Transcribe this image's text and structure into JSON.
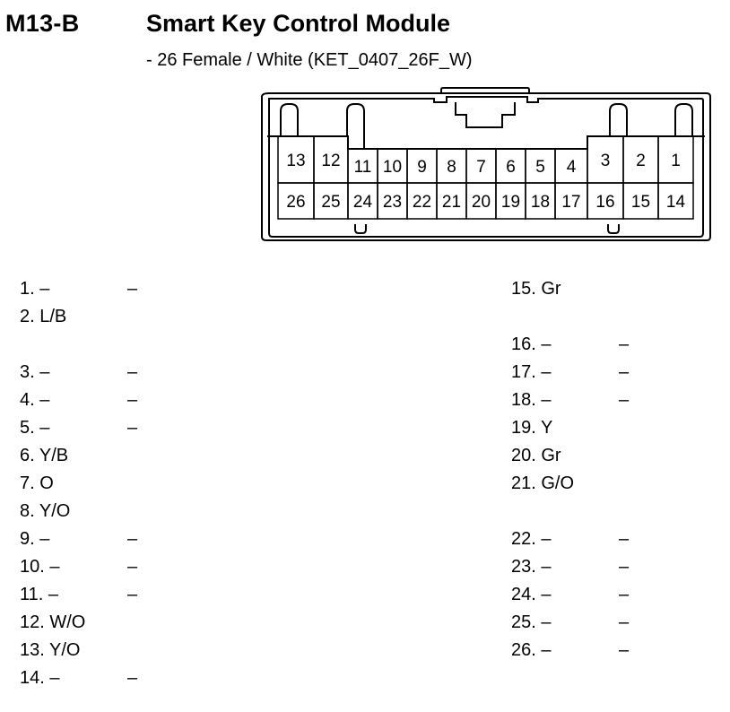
{
  "header": {
    "code": "M13-B",
    "title": "Smart Key Control Module",
    "subtitle": "- 26 Female / White (KET_0407_26F_W)"
  },
  "connector": {
    "top_row": [
      "13",
      "12",
      "11",
      "10",
      "9",
      "8",
      "7",
      "6",
      "5",
      "4",
      "3",
      "2",
      "1"
    ],
    "bottom_row": [
      "26",
      "25",
      "24",
      "23",
      "22",
      "21",
      "20",
      "19",
      "18",
      "17",
      "16",
      "15",
      "14"
    ]
  },
  "pins_left": [
    {
      "label": "1. –",
      "dash": "–"
    },
    {
      "label": "2. L/B",
      "dash": ""
    },
    {
      "label": "3. –",
      "dash": "–"
    },
    {
      "label": "4. –",
      "dash": "–"
    },
    {
      "label": "5. –",
      "dash": "–"
    },
    {
      "label": "6. Y/B",
      "dash": ""
    },
    {
      "label": "7. O",
      "dash": ""
    },
    {
      "label": "8. Y/O",
      "dash": ""
    },
    {
      "label": "9. –",
      "dash": "–"
    },
    {
      "label": "10. –",
      "dash": "–"
    },
    {
      "label": "11. –",
      "dash": "–"
    },
    {
      "label": "12. W/O",
      "dash": ""
    },
    {
      "label": "13. Y/O",
      "dash": ""
    },
    {
      "label": "14. –",
      "dash": "–"
    }
  ],
  "pins_right": [
    {
      "label": "15. Gr",
      "dash": ""
    },
    {
      "label": "16. –",
      "dash": "–"
    },
    {
      "label": "17. –",
      "dash": "–"
    },
    {
      "label": "18. –",
      "dash": "–"
    },
    {
      "label": "19. Y",
      "dash": ""
    },
    {
      "label": "20. Gr",
      "dash": ""
    },
    {
      "label": "21. G/O",
      "dash": ""
    },
    {
      "label": "22. –",
      "dash": "–"
    },
    {
      "label": "23. –",
      "dash": "–"
    },
    {
      "label": "24. –",
      "dash": "–"
    },
    {
      "label": "25. –",
      "dash": "–"
    },
    {
      "label": "26. –",
      "dash": "–"
    }
  ]
}
